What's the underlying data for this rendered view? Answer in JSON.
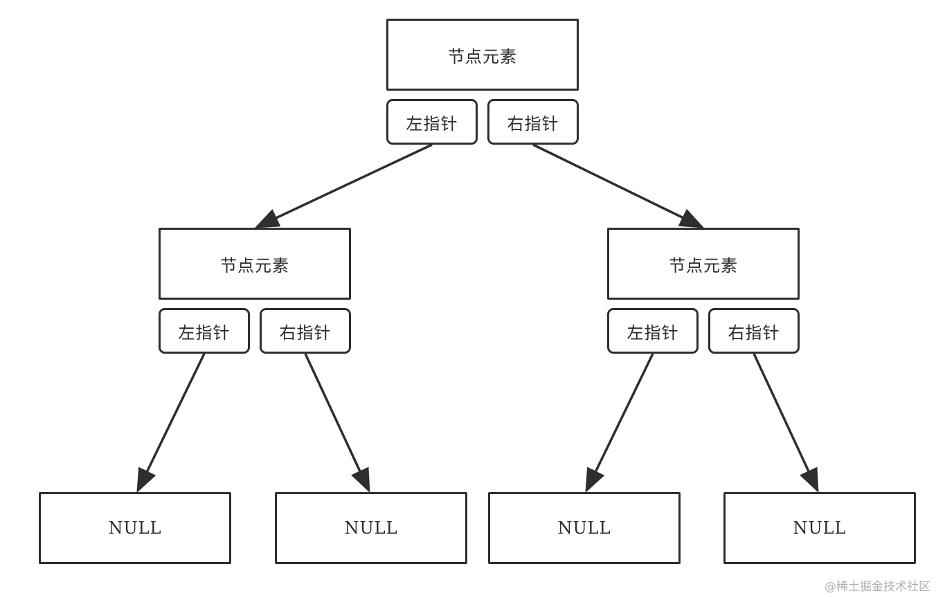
{
  "tree": {
    "root": {
      "element_label": "节点元素",
      "left_pointer_label": "左指针",
      "right_pointer_label": "右指针"
    },
    "left_child": {
      "element_label": "节点元素",
      "left_pointer_label": "左指针",
      "right_pointer_label": "右指针"
    },
    "right_child": {
      "element_label": "节点元素",
      "left_pointer_label": "左指针",
      "right_pointer_label": "右指针"
    },
    "leaves": [
      "NULL",
      "NULL",
      "NULL",
      "NULL"
    ]
  },
  "watermark": "@稀土掘金技术社区",
  "colors": {
    "stroke": "#2e2e2e",
    "text": "#2b2b2b",
    "background": "#ffffff",
    "watermark": "#b0b0b0"
  }
}
